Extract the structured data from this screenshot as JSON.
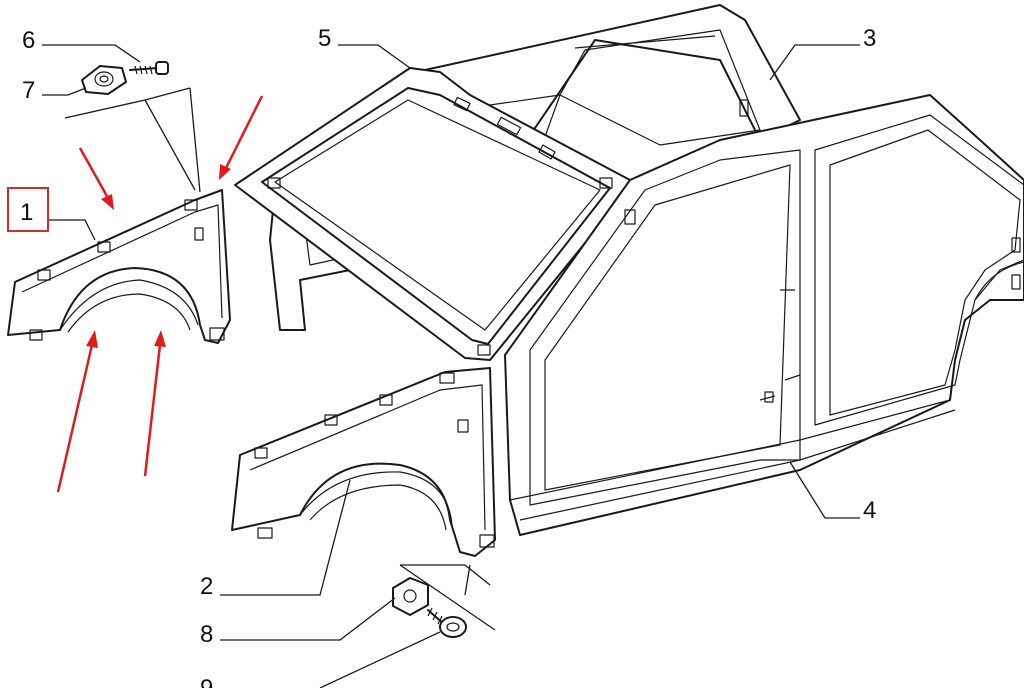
{
  "callouts": [
    {
      "id": "1",
      "label": "1",
      "highlighted": true
    },
    {
      "id": "2",
      "label": "2"
    },
    {
      "id": "3",
      "label": "3"
    },
    {
      "id": "4",
      "label": "4"
    },
    {
      "id": "5",
      "label": "5"
    },
    {
      "id": "6",
      "label": "6"
    },
    {
      "id": "7",
      "label": "7"
    },
    {
      "id": "8",
      "label": "8"
    },
    {
      "id": "9",
      "label": "9"
    }
  ],
  "colors": {
    "line": "#1a1a1a",
    "background": "#ffffff",
    "arrow": "#e01b1b",
    "highlight_box": "#d42a2a"
  }
}
